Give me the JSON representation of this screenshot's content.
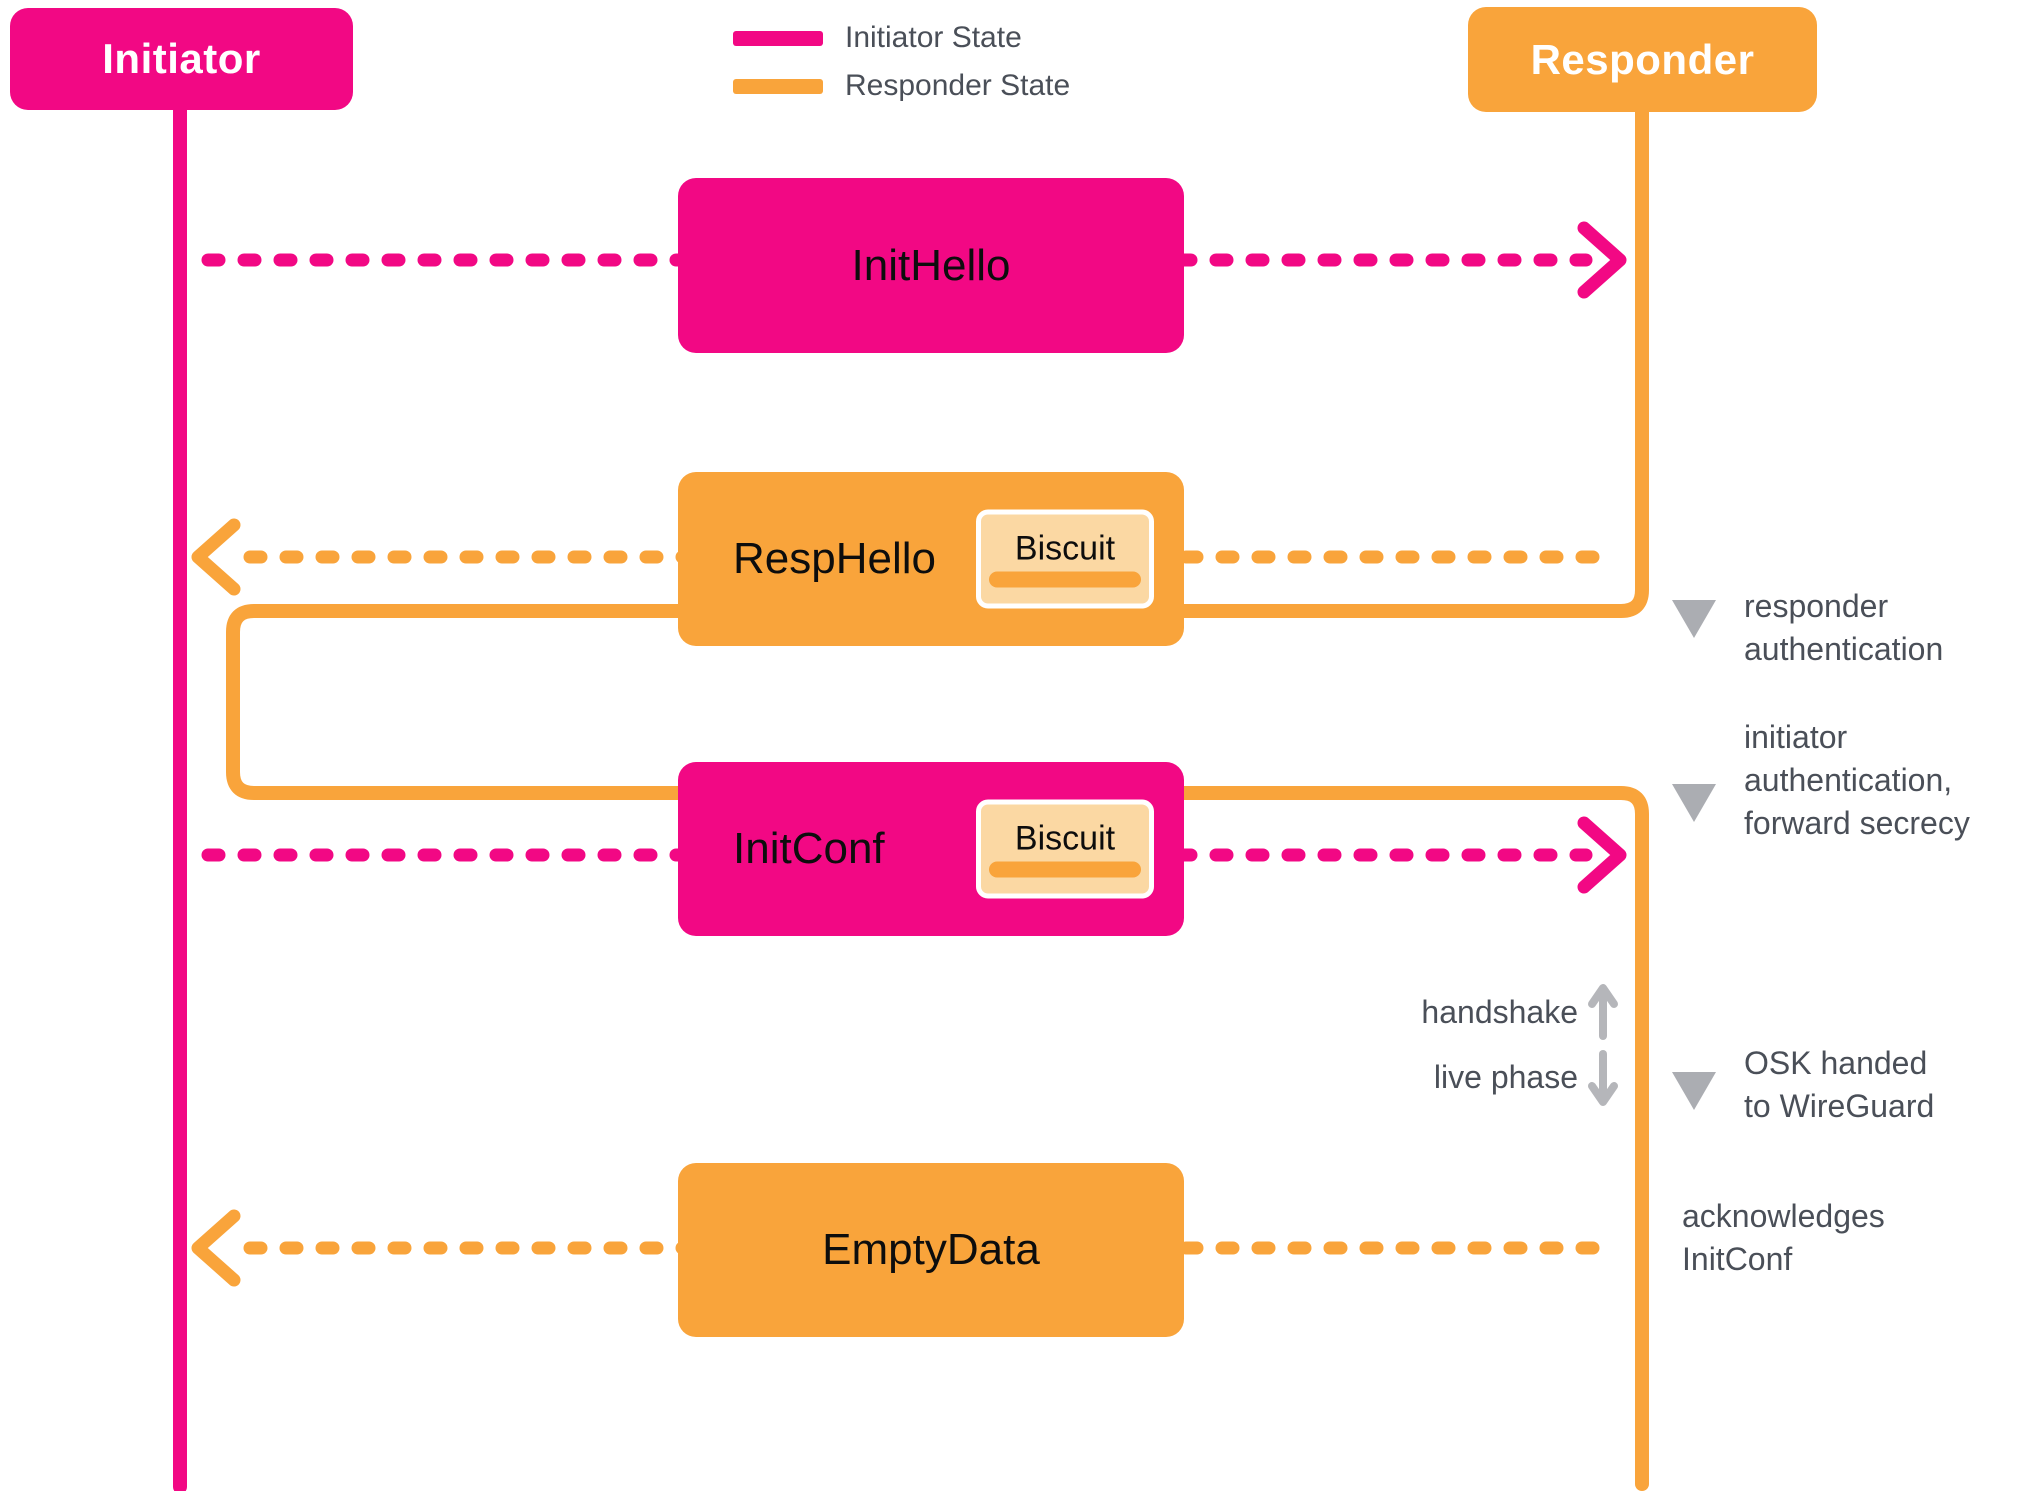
{
  "colors": {
    "pink": "#F20884",
    "orange": "#F9A43B",
    "biscuit_fill": "#FBD8A3",
    "slate": "#4A4F58",
    "gray_triangle": "#ABADB2",
    "gray_arrow": "#B5B6BA",
    "white": "#FFFFFF",
    "black": "#0d0d0d"
  },
  "actors": {
    "initiator": "Initiator",
    "responder": "Responder"
  },
  "legend": {
    "initiator_state": "Initiator State",
    "responder_state": "Responder State"
  },
  "messages": {
    "init_hello": {
      "label": "InitHello"
    },
    "resp_hello": {
      "label": "RespHello",
      "biscuit": "Biscuit"
    },
    "init_conf": {
      "label": "InitConf",
      "biscuit": "Biscuit"
    },
    "empty_data": {
      "label": "EmptyData"
    }
  },
  "annotations": {
    "responder_auth": {
      "line1": "responder",
      "line2": "authentication"
    },
    "initiator_auth": {
      "line1": "initiator",
      "line2": "authentication,",
      "line3": "forward secrecy"
    },
    "osk": {
      "line1": "OSK handed",
      "line2": "to WireGuard"
    },
    "ack": {
      "line1": "acknowledges",
      "line2": "InitConf"
    }
  },
  "phase": {
    "handshake": "handshake",
    "live": "live phase"
  }
}
